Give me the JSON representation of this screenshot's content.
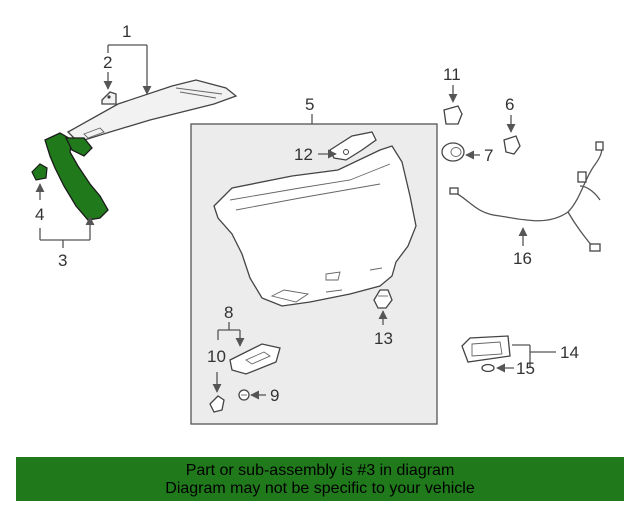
{
  "callouts": {
    "n1": "1",
    "n2": "2",
    "n3": "3",
    "n4": "4",
    "n5": "5",
    "n6": "6",
    "n7": "7",
    "n8": "8",
    "n9": "9",
    "n10": "10",
    "n11": "11",
    "n12": "12",
    "n13": "13",
    "n14": "14",
    "n15": "15",
    "n16": "16"
  },
  "highlight_color": "#207a1c",
  "banner": {
    "line1": "Part or sub-assembly is #3 in diagram",
    "line2": "Diagram may not be specific to your vehicle"
  }
}
